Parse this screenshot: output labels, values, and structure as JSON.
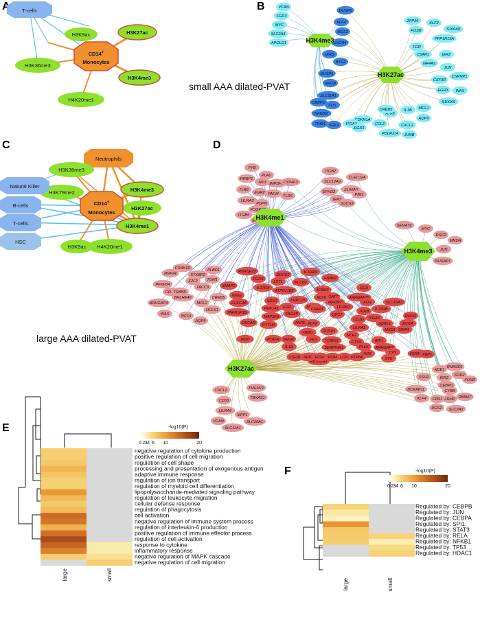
{
  "panels": {
    "A": {
      "letter": "A",
      "center": [
        "CD14",
        "+",
        "Monocytes"
      ],
      "nodes": [
        "T-cells",
        "H3K9ac",
        "H3K27ac",
        "H3K36me3",
        "H3K4me3",
        "H4K20me1"
      ]
    },
    "B": {
      "letter": "B",
      "caption": "small AAA dilated-PVAT",
      "hubs": [
        "H3K4me3",
        "H3K27ac"
      ],
      "dark_genes": [
        "DUSP6",
        "KLF4",
        "RGS2",
        "IER3",
        "BTG2",
        "CXCR4",
        "DUSP1",
        "RHOB",
        "SLC11A1",
        "CEBPD",
        "FOS",
        "NFKBIZ",
        "TRIB1",
        "SGK1"
      ],
      "light_genes": [
        "VCAN",
        "FGD3",
        "MYC",
        "SLC2A3",
        "APOLD1",
        "ZFP36",
        "KLF2",
        "FOSB",
        "S100A8",
        "PPP1R15A",
        "FGR",
        "C5AR1",
        "IER2",
        "NR4A2",
        "JUN",
        "CSRNP1",
        "CSF3R",
        "EGR3",
        "WAS",
        "S100A9",
        "MCL1",
        "IL1B",
        "AQP9",
        "ATF3",
        "CREB5",
        "CDKN1A",
        "ITGAX",
        "EGR1",
        "CCL2",
        "CXCL2",
        "POLR2J4",
        "JUNB"
      ]
    },
    "C": {
      "letter": "C",
      "caption": "large AAA dilated-PVAT",
      "center": [
        "CD14",
        "+",
        "Monocytes"
      ],
      "nodes": [
        "Neutrophils",
        "H3K36me3",
        "H3K79me2",
        "Natural Killer",
        "B-cells",
        "T-cells",
        "HSC",
        "H3K4me3",
        "H3K27ac",
        "H3K4me1",
        "H3K9ac",
        "H4K20me1"
      ]
    },
    "D": {
      "letter": "D",
      "hubs": [
        "H3K4me1",
        "H3K4me3",
        "H3K27ac"
      ],
      "top_genes": [
        "FYB",
        "PLAU",
        "ITGB2",
        "RRBP1",
        "HK3",
        "IMPDH1",
        "CYP4F3",
        "SLC12A9",
        "CLEC12A",
        "TLR8",
        "EGR2",
        "PADI4",
        "TLR5",
        "EFHD2",
        "S100A9",
        "PIM1",
        "LILRA3",
        "PDPN",
        "IER3",
        "SOCS3",
        "FCGR2A",
        "ITGB5",
        "MMP25"
      ],
      "right_genes": [
        "SEMA3C",
        "MYC",
        "DSC2",
        "MNDA",
        "JUN",
        "NUSAP1"
      ],
      "mid_light_genes": [
        "CSNK1D",
        "PLBD1",
        "RNF24",
        "STXBP2",
        "TOM1",
        "E2F2",
        "PFKFB4",
        "CD38",
        "TACC3",
        "TRABD",
        "CREB5",
        "BHLHE40",
        "ARHGAP4",
        "MCL1",
        "HCLS1",
        "WAS",
        "NCF4",
        "AQP9"
      ],
      "mid_dark_genes": [
        "RNASET2",
        "IL10RA",
        "DOCK2",
        "FNBP2",
        "FGD3",
        "LST1",
        "PLCB2",
        "IL17RA",
        "SMAP2",
        "ATP6V1B2",
        "ICAM3",
        "GCA",
        "MBOAT7",
        "VNN2",
        "KLF6",
        "LRRC25",
        "SGK1",
        "NFKBIZ",
        "ARHGAP25",
        "FOS",
        "SLC16A3",
        "CLEC4A",
        "FGR",
        "RNF149",
        "MYO1F",
        "LILRB2",
        "C5AR1",
        "JUNB",
        "IL10RB",
        "TNFRSF1B",
        "TAGAP",
        "MAP3K8",
        "QPCT",
        "CD1D",
        "ITGAX",
        "SORL1",
        "RHOG",
        "EVI2A",
        "OSCAR",
        "CYTH4",
        "ANPEP",
        "KLF2",
        "LILRA2",
        "MXD1",
        "SIRPA",
        "IFI30",
        "PTAFR",
        "SRGN",
        "TRIB1",
        "DUSP1",
        "NCF2",
        "IL1B",
        "FES",
        "TCIRG1",
        "CTSS",
        "IRF1",
        "PLEK",
        "ARHGAP9",
        "FERMT3",
        "SERPINA1",
        "HCK",
        "LYN",
        "SYK",
        "XBP1",
        "LAPTM5",
        "RPS6KA1",
        "DEF6",
        "ZFP36",
        "ADAM8",
        "PRDM1",
        "LCP1",
        "PTPN6",
        "CSF3R",
        "SPI1",
        "FCN1"
      ],
      "bottom_genes": [
        "CXCL2",
        "TMEM71",
        "CD53",
        "TBXAS1",
        "LILRA6",
        "MPP1",
        "VCAN",
        "SLC20A1",
        "SLC11A1"
      ],
      "right_bottom_genes": [
        "NDE1",
        "RNASE6",
        "SSH2",
        "IER2",
        "SOD2",
        "FOSB",
        "NCKAP1L",
        "CEBPD",
        "CYBB",
        "KLF4",
        "FPR1",
        "LRMP",
        "RBM47",
        "RGS2",
        "SLC2A3"
      ]
    },
    "E": {
      "letter": "E",
      "legend_title": "-log10(P)",
      "legend_ticks": [
        "0",
        "2",
        "3",
        "4",
        "6",
        "10",
        "20"
      ],
      "columns": [
        "large",
        "small"
      ],
      "rows": [
        "negative regulation of cytokine production",
        "positive regulation of cell migration",
        "regulation of cell shape",
        "processing and presentation of exogenous antigen",
        "adaptive immune response",
        "regulation of ion transport",
        "regulation of myeloid cell differentiation",
        "lipopolysaccharide-mediated signaling pathway",
        "regulation of leukocyte migration",
        "cellular defense response",
        "regulation of phagocytosis",
        "cell activation",
        "negative regulation of immune system process",
        "regulation of interleukin-6 production",
        "positive regulation of immune effector process",
        "regulation of cell activation",
        "response to cytokine",
        "inflammatory response",
        "negative regulation of MAPK cascade",
        "negative regulation of cell migration"
      ],
      "values": [
        [
          4.5,
          null
        ],
        [
          4.6,
          null
        ],
        [
          5.0,
          null
        ],
        [
          6.2,
          null
        ],
        [
          5.2,
          null
        ],
        [
          4.4,
          null
        ],
        [
          4.4,
          null
        ],
        [
          8.2,
          null
        ],
        [
          6.0,
          null
        ],
        [
          4.9,
          null
        ],
        [
          5.8,
          null
        ],
        [
          12.0,
          null
        ],
        [
          11.0,
          null
        ],
        [
          6.4,
          null
        ],
        [
          11.5,
          null
        ],
        [
          15.0,
          null
        ],
        [
          12.5,
          2.8
        ],
        [
          10.0,
          2.8
        ],
        [
          4.6,
          3.4
        ],
        [
          null,
          4.6
        ]
      ]
    },
    "F": {
      "letter": "F",
      "legend_title": "-log10(P)",
      "legend_ticks": [
        "0",
        "2",
        "3",
        "4",
        "6",
        "10",
        "20"
      ],
      "columns": [
        "large",
        "small"
      ],
      "rows": [
        "Regulated by: CEBPB",
        "Regulated by: JUN",
        "Regulated by: CEBPA",
        "Regulated by: SPI1",
        "Regulated by: STAT3",
        "Regulated by: RELA",
        "Regulated by: NFKB1",
        "Regulated by: TP53",
        "Regulated by: HDAC1"
      ],
      "values": [
        [
          4.2,
          null
        ],
        [
          3.0,
          null
        ],
        [
          2.4,
          null
        ],
        [
          8.5,
          null
        ],
        [
          5.0,
          null
        ],
        [
          4.8,
          4.2
        ],
        [
          4.6,
          2.6
        ],
        [
          null,
          3.8
        ],
        [
          null,
          4.4
        ]
      ]
    }
  },
  "colors": {
    "green": "#8ee02e",
    "orange": "#f0902e",
    "blue": "#8ab4f0",
    "cyan": "#7fecf8",
    "dark_blue": "#3b82e6",
    "pink": "#e8999a",
    "red": "#e24a47",
    "na": "#d9d9d9"
  }
}
